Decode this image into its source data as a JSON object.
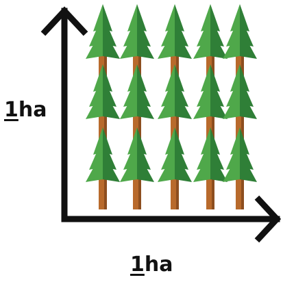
{
  "labels": {
    "y_number": "1",
    "y_unit": "ha",
    "x_number": "1",
    "x_unit": "ha"
  },
  "colors": {
    "axis": "#111111",
    "foliage_light": "#4fa84a",
    "foliage_dark": "#2f7f37",
    "trunk": "#b86a2c",
    "trunk_dark": "#8d4e1f"
  },
  "icons": {
    "tree": "pine-tree-icon",
    "axis_arrow": "arrow-icon"
  },
  "grid": {
    "columns": 5,
    "tiers": 3
  }
}
